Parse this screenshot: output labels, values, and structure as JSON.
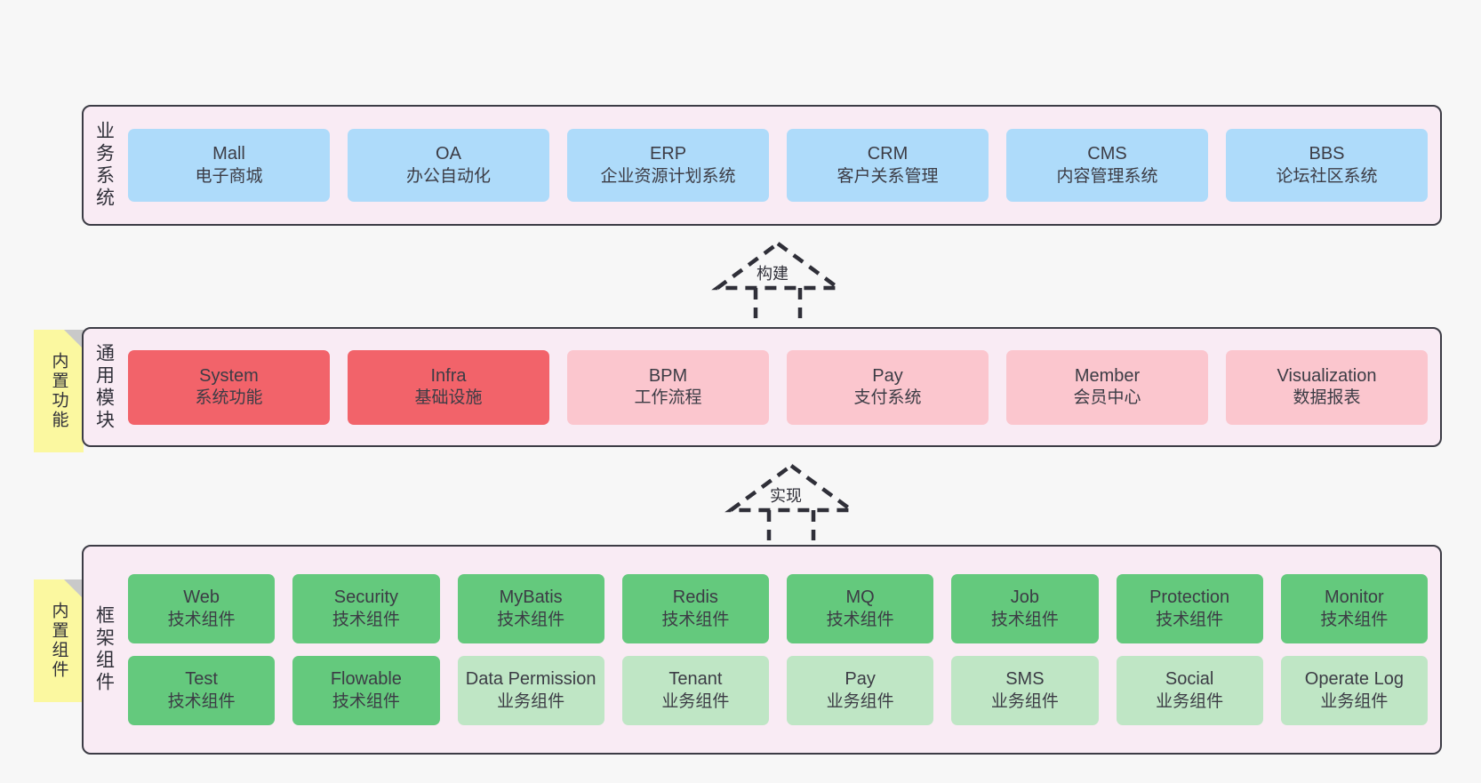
{
  "diagram": {
    "background": "#f7f7f7",
    "panel_bg": "#f9ebf4",
    "border": "#3c3c45",
    "sticky_bg": "#fbf8a0"
  },
  "layers": {
    "business": {
      "title": "业务系统",
      "card_color": "#aedbfa",
      "cards": [
        {
          "en": "Mall",
          "cn": "电子商城"
        },
        {
          "en": "OA",
          "cn": "办公自动化"
        },
        {
          "en": "ERP",
          "cn": "企业资源计划系统"
        },
        {
          "en": "CRM",
          "cn": "客户关系管理"
        },
        {
          "en": "CMS",
          "cn": "内容管理系统"
        },
        {
          "en": "BBS",
          "cn": "论坛社区系统"
        }
      ]
    },
    "common": {
      "title": "通用模块",
      "sticky": "内置功能",
      "cards": [
        {
          "en": "System",
          "cn": "系统功能",
          "color": "#f2636a"
        },
        {
          "en": "Infra",
          "cn": "基础设施",
          "color": "#f2636a"
        },
        {
          "en": "BPM",
          "cn": "工作流程",
          "color": "#fbc6ce"
        },
        {
          "en": "Pay",
          "cn": "支付系统",
          "color": "#fbc6ce"
        },
        {
          "en": "Member",
          "cn": "会员中心",
          "color": "#fbc6ce"
        },
        {
          "en": "Visualization",
          "cn": "数据报表",
          "color": "#fbc6ce"
        }
      ]
    },
    "framework": {
      "title": "框架组件",
      "sticky": "内置组件",
      "row1": [
        {
          "en": "Web",
          "cn": "技术组件",
          "color": "#64c97d"
        },
        {
          "en": "Security",
          "cn": "技术组件",
          "color": "#64c97d"
        },
        {
          "en": "MyBatis",
          "cn": "技术组件",
          "color": "#64c97d"
        },
        {
          "en": "Redis",
          "cn": "技术组件",
          "color": "#64c97d"
        },
        {
          "en": "MQ",
          "cn": "技术组件",
          "color": "#64c97d"
        },
        {
          "en": "Job",
          "cn": "技术组件",
          "color": "#64c97d"
        },
        {
          "en": "Protection",
          "cn": "技术组件",
          "color": "#64c97d"
        },
        {
          "en": "Monitor",
          "cn": "技术组件",
          "color": "#64c97d"
        }
      ],
      "row2": [
        {
          "en": "Test",
          "cn": "技术组件",
          "color": "#64c97d"
        },
        {
          "en": "Flowable",
          "cn": "技术组件",
          "color": "#64c97d"
        },
        {
          "en": "Data Permission",
          "cn": "业务组件",
          "color": "#bfe6c5"
        },
        {
          "en": "Tenant",
          "cn": "业务组件",
          "color": "#bfe6c5"
        },
        {
          "en": "Pay",
          "cn": "业务组件",
          "color": "#bfe6c5"
        },
        {
          "en": "SMS",
          "cn": "业务组件",
          "color": "#bfe6c5"
        },
        {
          "en": "Social",
          "cn": "业务组件",
          "color": "#bfe6c5"
        },
        {
          "en": "Operate Log",
          "cn": "业务组件",
          "color": "#bfe6c5"
        }
      ]
    }
  },
  "connectors": [
    {
      "label": "构建",
      "direction": "up"
    },
    {
      "label": "实现",
      "direction": "up"
    }
  ]
}
